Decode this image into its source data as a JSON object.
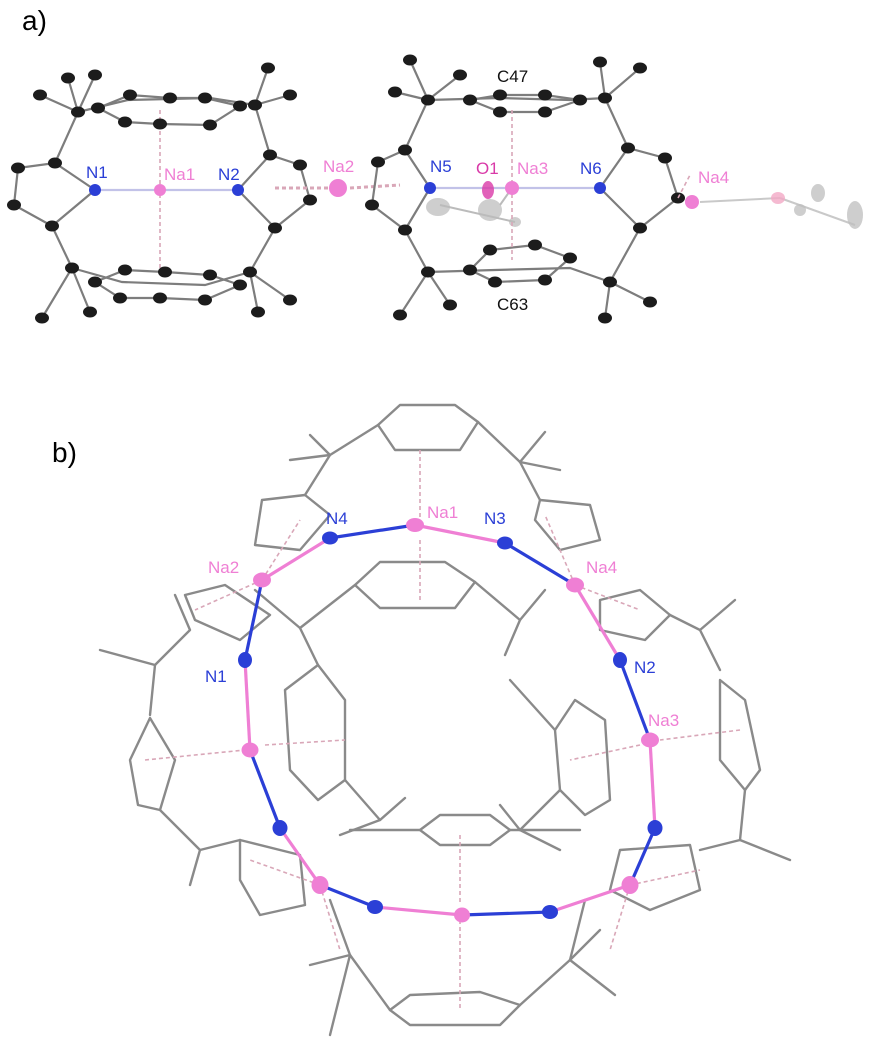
{
  "panel_a": {
    "letter": "a)",
    "labels": {
      "n1": "N1",
      "na1": "Na1",
      "n2": "N2",
      "na2": "Na2",
      "n5": "N5",
      "o1": "O1",
      "na3": "Na3",
      "n6": "N6",
      "na4": "Na4",
      "c47": "C47",
      "c63": "C63"
    }
  },
  "panel_b": {
    "letter": "b)",
    "labels": {
      "n4": "N4",
      "na1": "Na1",
      "n3": "N3",
      "na2": "Na2",
      "na4": "Na4",
      "n1": "N1",
      "n2": "N2",
      "na3": "Na3"
    }
  },
  "colors": {
    "carbon": "#1c1c1c",
    "nitrogen": "#2b3fd6",
    "sodium": "#ef7fd4",
    "oxygen": "#d93aa8",
    "bond": "#7d7d7d",
    "cation_pi": "#d9a7b8"
  }
}
